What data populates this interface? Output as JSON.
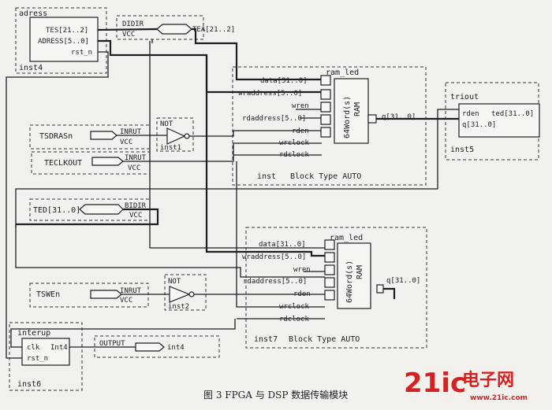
{
  "blocks": {
    "adress": {
      "title": "adress",
      "inst": "inst4",
      "ports": [
        "TES[21..2]",
        "ADRESS[5..0]",
        "rst_n"
      ]
    },
    "bidir_top": {
      "label": "DIDIR",
      "vcc": "VCC",
      "pin": "TEA[21..2]"
    },
    "ram1": {
      "title": "ram_led",
      "inst": "inst",
      "footer": "Block Type AUTO",
      "ports": [
        "data[31..0]",
        "wraddress[5..0]",
        "wren",
        "rdaddress[5..0]",
        "rden",
        "wrclock",
        "rdclock"
      ],
      "core": "64Word(s)",
      "core2": "RAM",
      "out": "q[31..0]"
    },
    "triout": {
      "title": "triout",
      "inst": "inst5",
      "in1": "rden",
      "in2": "q[31..0]",
      "out": "ted[31..0]"
    },
    "tsdrasn": {
      "pin": "TSDRASn",
      "label": "INRUT",
      "vcc": "VCC"
    },
    "not1": {
      "label": "NOT",
      "inst": "inst1"
    },
    "teclkout": {
      "pin": "TECLKOUT",
      "label": "INRUT",
      "vcc": "VCC"
    },
    "ted": {
      "pin": "TED[31..0]",
      "label": "BIDIR",
      "vcc": "VCC"
    },
    "ram2": {
      "title": "ram_led",
      "inst": "inst7",
      "footer": "Block Type AUTO",
      "ports": [
        "data[31..0]",
        "wraddress[5..0]",
        "wren",
        "rdaddress[5..0]",
        "rden",
        "wrclock",
        "rdclock"
      ],
      "core": "64Word(s)",
      "core2": "RAM",
      "out": "q[31..0]"
    },
    "tswen": {
      "pin": "TSWEn",
      "label": "INRUT",
      "vcc": "VCC"
    },
    "not2": {
      "label": "NOT",
      "inst": "inst2"
    },
    "interup": {
      "title": "interup",
      "inst": "inst6",
      "in1": "clk",
      "in2": "rst_n",
      "out": "Int4"
    },
    "output": {
      "label": "OUTPUT",
      "pin": "int4"
    }
  },
  "caption": "图 3  FPGA 与 DSP 数据传输模块",
  "watermark": {
    "brand": "21ic",
    "cn": "电子网",
    "url": "www.21ic.com"
  },
  "colors": {
    "line": "#1e1e1e",
    "paper": "#f2f1ed",
    "brand_red": "#d42222"
  }
}
